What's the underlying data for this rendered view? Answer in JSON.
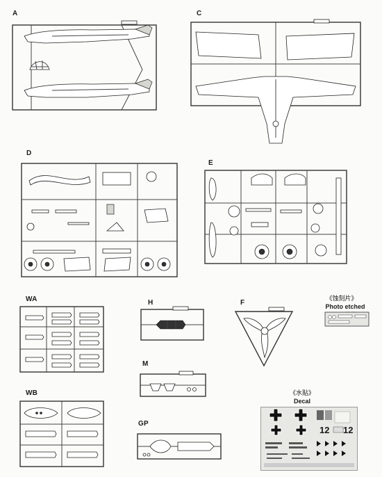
{
  "sprues": {
    "A": {
      "label": "A"
    },
    "C": {
      "label": "C"
    },
    "D": {
      "label": "D"
    },
    "E": {
      "label": "E"
    },
    "WA": {
      "label": "WA"
    },
    "H": {
      "label": "H"
    },
    "F": {
      "label": "F"
    },
    "M": {
      "label": "M"
    },
    "WB": {
      "label": "WB"
    },
    "GP": {
      "label": "GP"
    }
  },
  "photo_etched": {
    "title_cn": "《蚀刻片》",
    "title_en": "Photo etched part(PE)"
  },
  "decal": {
    "title_cn": "《水贴》",
    "title_en": "Decal",
    "number": "12"
  }
}
